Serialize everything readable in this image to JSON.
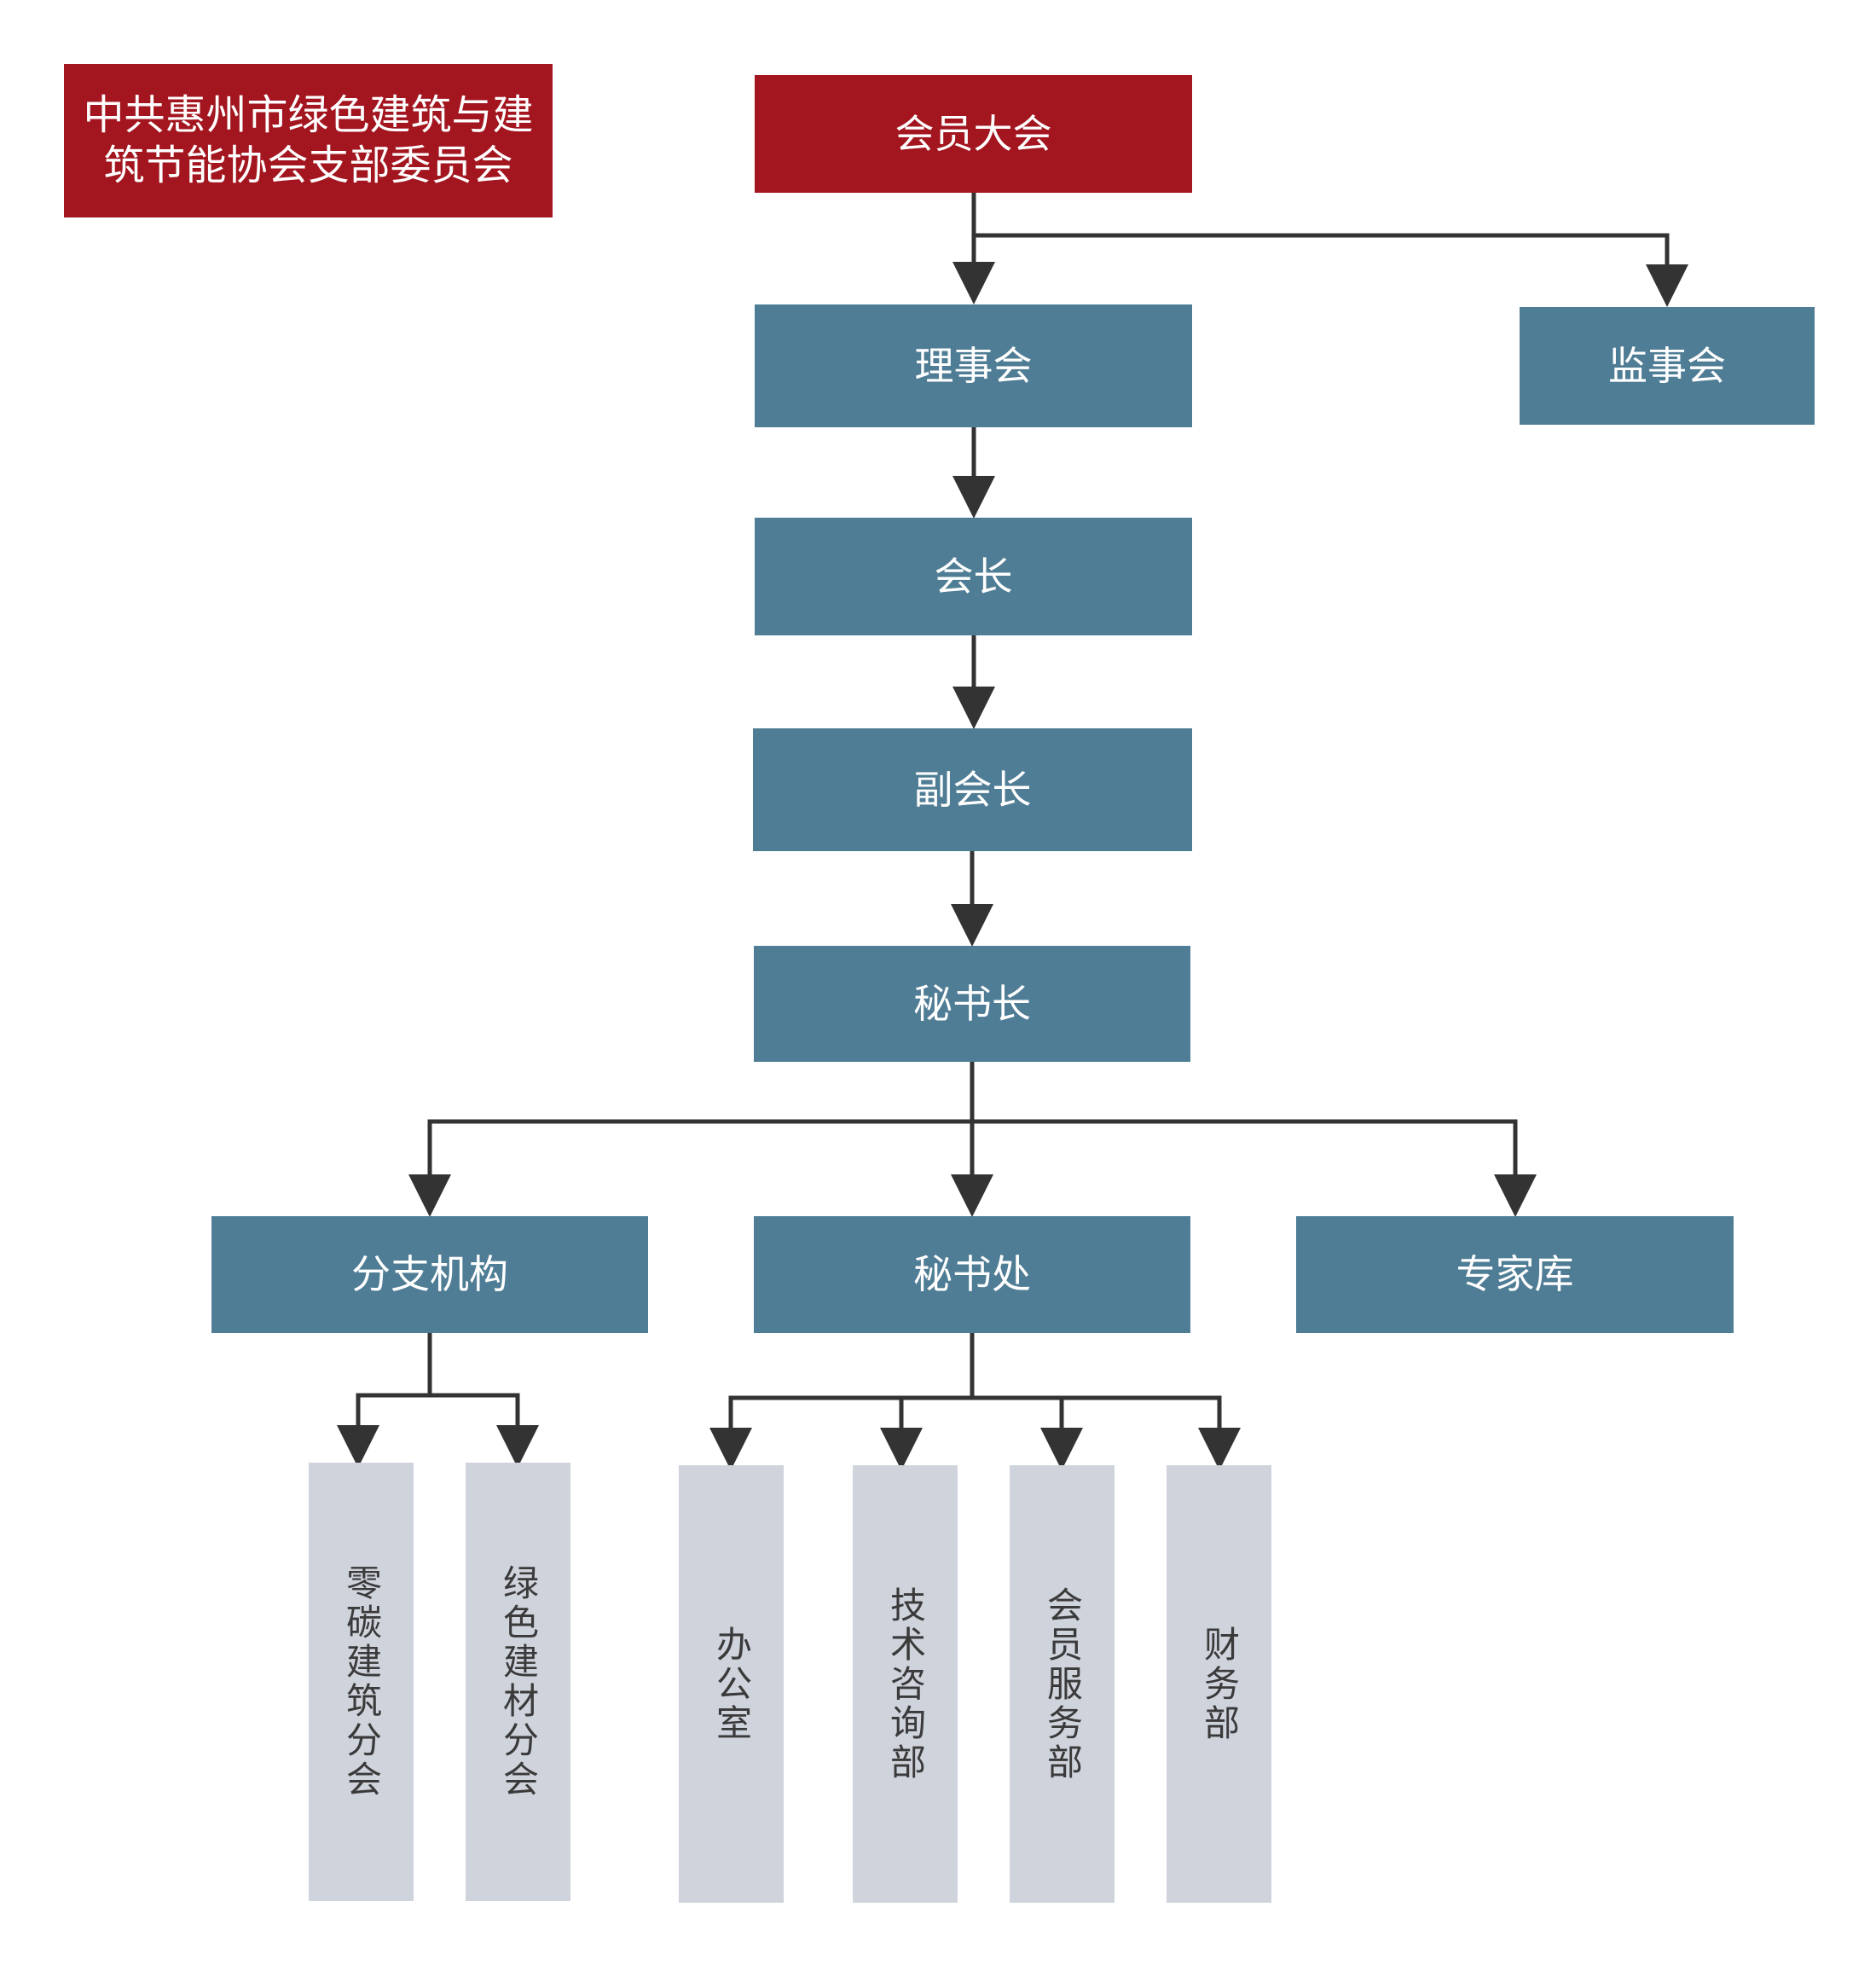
{
  "party_committee": "中共惠州市绿色建筑与建筑节能协会支部委员会",
  "nodes": {
    "general_assembly": "会员大会",
    "board": "理事会",
    "supervisory_board": "监事会",
    "president": "会长",
    "vice_president": "副会长",
    "secretary_general": "秘书长",
    "branches": "分支机构",
    "secretariat": "秘书处",
    "expert_pool": "专家库",
    "zero_carbon_branch": "零碳建筑分会",
    "green_materials_branch": "绿色建材分会",
    "office": "办公室",
    "tech_consulting": "技术咨询部",
    "member_services": "会员服务部",
    "finance": "财务部"
  },
  "colors": {
    "party_red": "#a3161f",
    "node_blue": "#4f7d95",
    "leaf_gray": "#cfd3dc",
    "connector": "#333333"
  }
}
